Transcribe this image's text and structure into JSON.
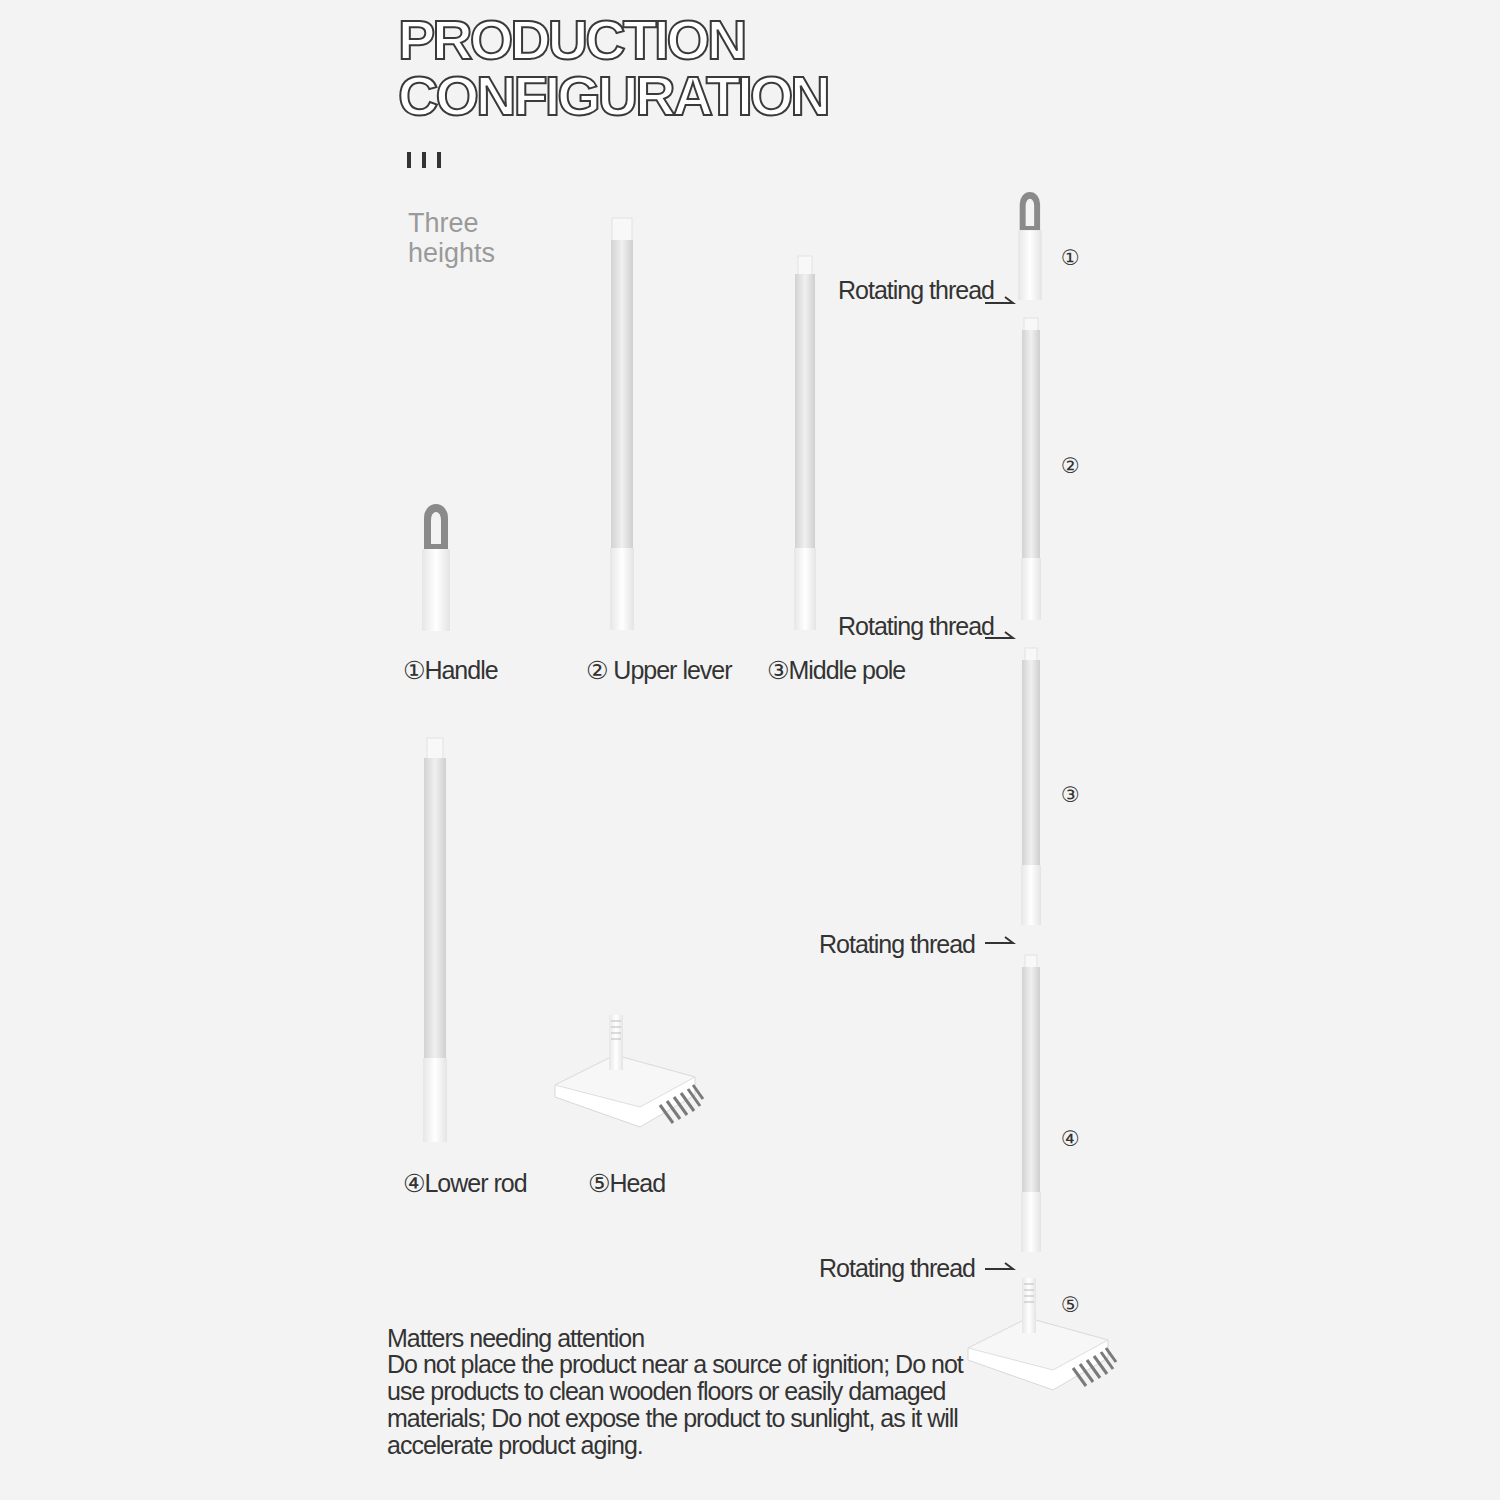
{
  "diagram": {
    "title": "PRODUCTION CONFIGURATION",
    "labels": [
      "Three heights",
      "①Handle",
      "② Upper lever",
      "③Middle pole",
      "④Lower rod",
      "⑤Head",
      "①",
      "②",
      "③",
      "④",
      "⑤",
      "Rotating thread",
      "Rotating thread",
      "Rotating thread",
      "Rotating thread",
      "Matters needing attention",
      "Do not place the product near a source of ignition; Do not use products to clean wooden floors or easily damaged materials; Do not expose the product to sunlight, as it will accelerate product aging."
    ]
  }
}
